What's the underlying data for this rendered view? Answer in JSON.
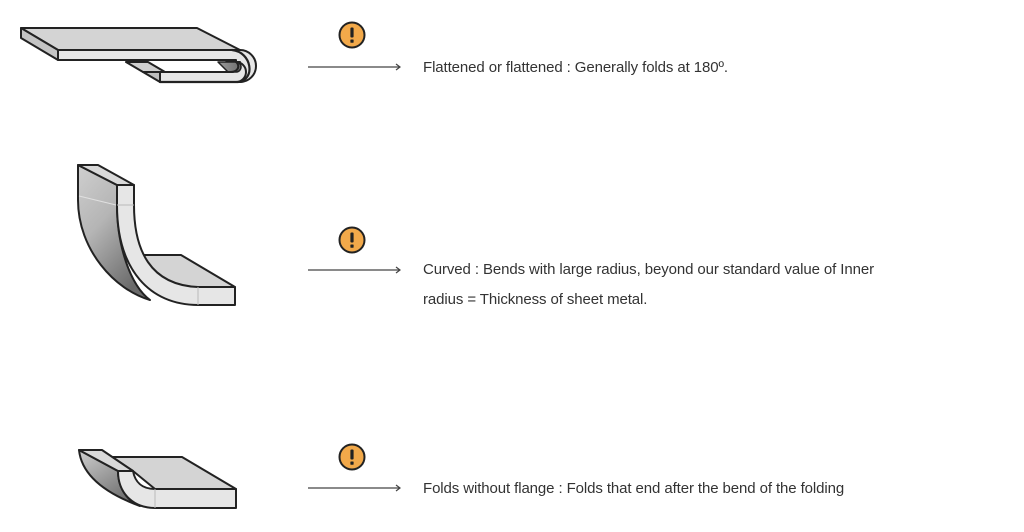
{
  "colors": {
    "warning_fill": "#F2A94A",
    "outline": "#222222",
    "face_light": "#E6E6E6",
    "face_top": "#D4D4D4",
    "text": "#333333",
    "arrow": "#444444"
  },
  "items": [
    {
      "shape": "flattened-hem",
      "icon": "warning-exclamation-icon",
      "icon_glyph": "!",
      "description_lines": [
        "Flattened or flattened : Generally folds at 180º."
      ]
    },
    {
      "shape": "curved-bend",
      "icon": "warning-exclamation-icon",
      "icon_glyph": "!",
      "description_lines": [
        "Curved : Bends with large radius, beyond our standard value of Inner",
        "radius = Thickness of sheet metal."
      ]
    },
    {
      "shape": "fold-without-flange",
      "icon": "warning-exclamation-icon",
      "icon_glyph": "!",
      "description_lines": [
        "Folds without flange : Folds that end after the bend of the folding"
      ]
    }
  ]
}
